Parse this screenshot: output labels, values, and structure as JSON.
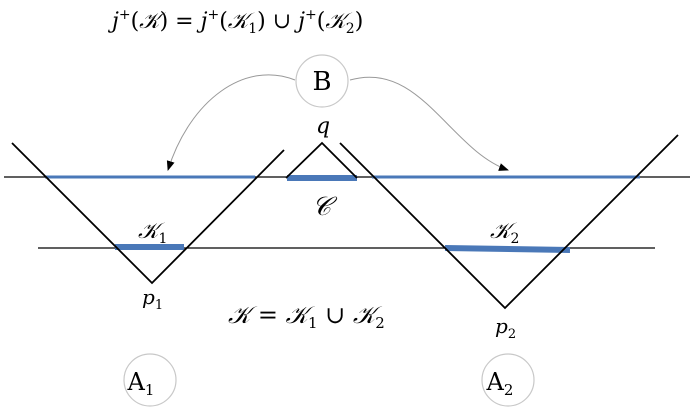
{
  "labels": {
    "top_formula": {
      "j1": "j",
      "sup1": "+",
      "rest1": "(",
      "K": "𝒦",
      "mid": ") = ",
      "j2": "j",
      "sup2": "+",
      "open2": "(",
      "K1": "𝒦",
      "sub1": "1",
      "cup": ") ∪ ",
      "j3": "j",
      "sup3": "+",
      "open3": "(",
      "K2": "𝒦",
      "sub2": "2",
      "close": ")"
    },
    "region_b": "B",
    "region_a1": {
      "letter": "A",
      "sub": "1"
    },
    "region_a2": {
      "letter": "A",
      "sub": "2"
    },
    "q": "q",
    "p1": {
      "letter": "p",
      "sub": "1"
    },
    "p2": {
      "letter": "p",
      "sub": "2"
    },
    "C": "𝒞",
    "K1": {
      "letter": "𝒦",
      "sub": "1"
    },
    "K2": {
      "letter": "𝒦",
      "sub": "2"
    },
    "bottom_formula": {
      "K": "𝒦",
      "eq": " = ",
      "K1": "𝒦",
      "sub1": "1",
      "cup": " ∪ ",
      "K2": "𝒦",
      "sub2": "2"
    }
  },
  "colors": {
    "line": "#000000",
    "highlight": "#4a78b8",
    "arrow": "#999999",
    "circle": "#c8c8c8"
  }
}
